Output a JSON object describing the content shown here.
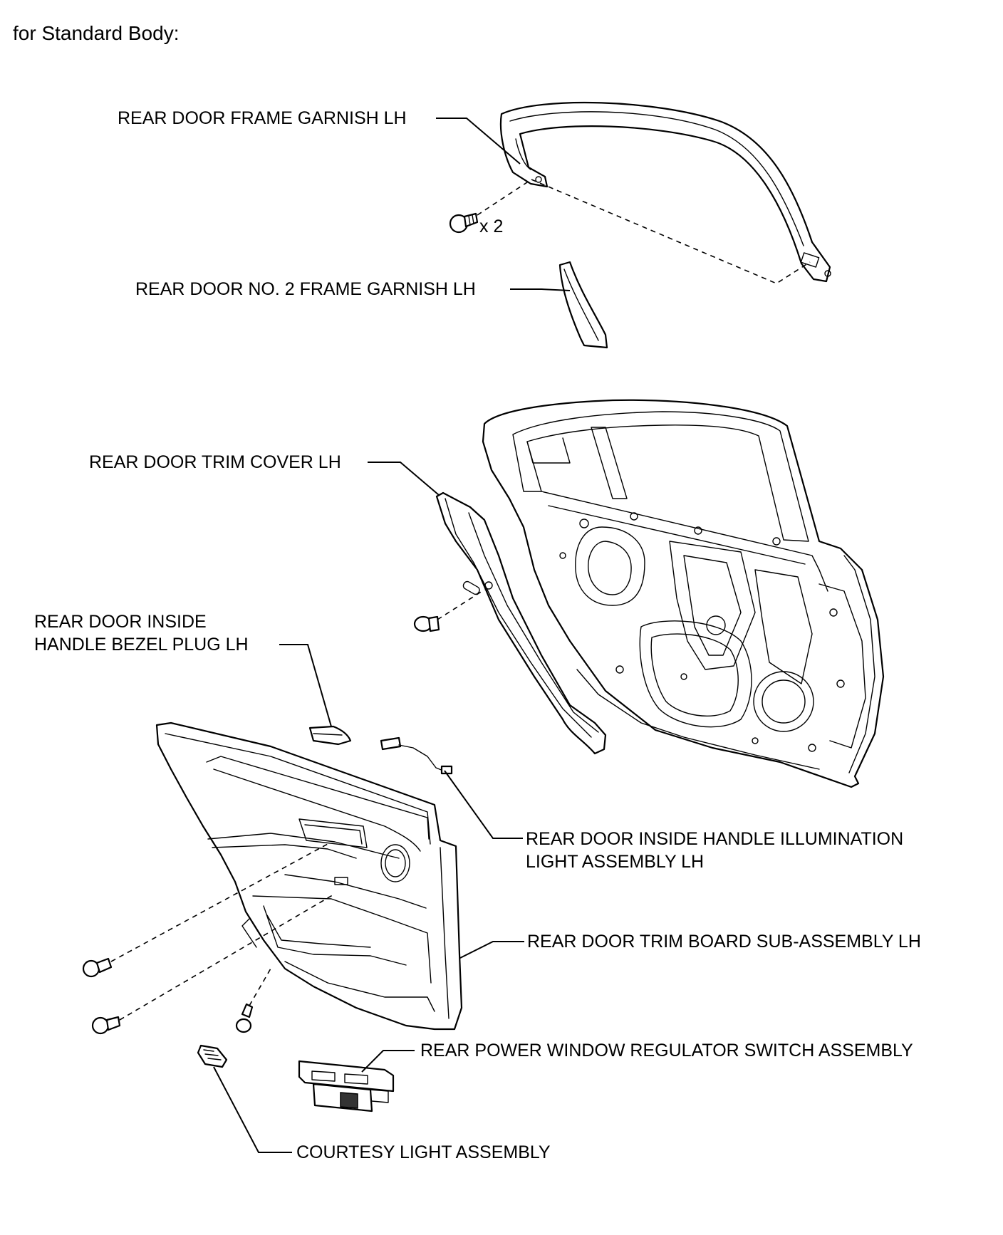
{
  "heading": "for Standard Body:",
  "labels": {
    "frame_garnish": "REAR DOOR FRAME GARNISH LH",
    "qty_clip": "x 2",
    "no2_frame_garnish": "REAR DOOR NO. 2 FRAME GARNISH LH",
    "trim_cover": "REAR DOOR TRIM COVER LH",
    "bezel_plug_line1": "REAR DOOR INSIDE",
    "bezel_plug_line2": "HANDLE BEZEL PLUG LH",
    "illumination_line1": "REAR DOOR INSIDE HANDLE ILLUMINATION",
    "illumination_line2": "LIGHT ASSEMBLY LH",
    "trim_board": "REAR DOOR TRIM BOARD SUB-ASSEMBLY LH",
    "window_switch": "REAR POWER WINDOW REGULATOR SWITCH ASSEMBLY",
    "courtesy_light": "COURTESY LIGHT ASSEMBLY"
  }
}
